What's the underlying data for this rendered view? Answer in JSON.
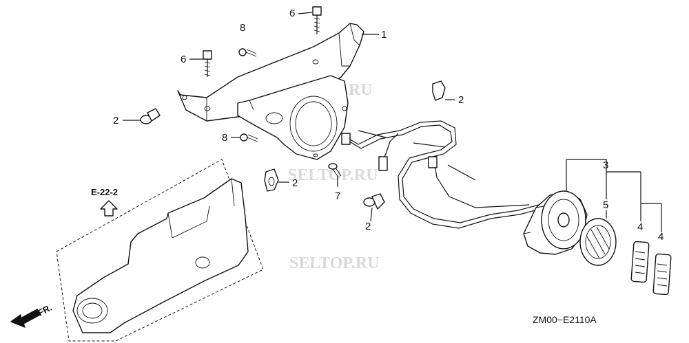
{
  "callouts": {
    "c1": "1",
    "c6a": "6",
    "c6b": "6",
    "c8a": "8",
    "c8b": "8",
    "c2a": "2",
    "c2b": "2",
    "c2c": "2",
    "c2d": "2",
    "c7": "7",
    "c3": "3",
    "c5": "5",
    "c4a": "4",
    "c4b": "4"
  },
  "reference": "E-22-2",
  "front_label": "FR.",
  "diagram_code": "ZM00−E2110A",
  "watermark": "SELTOP.RU"
}
